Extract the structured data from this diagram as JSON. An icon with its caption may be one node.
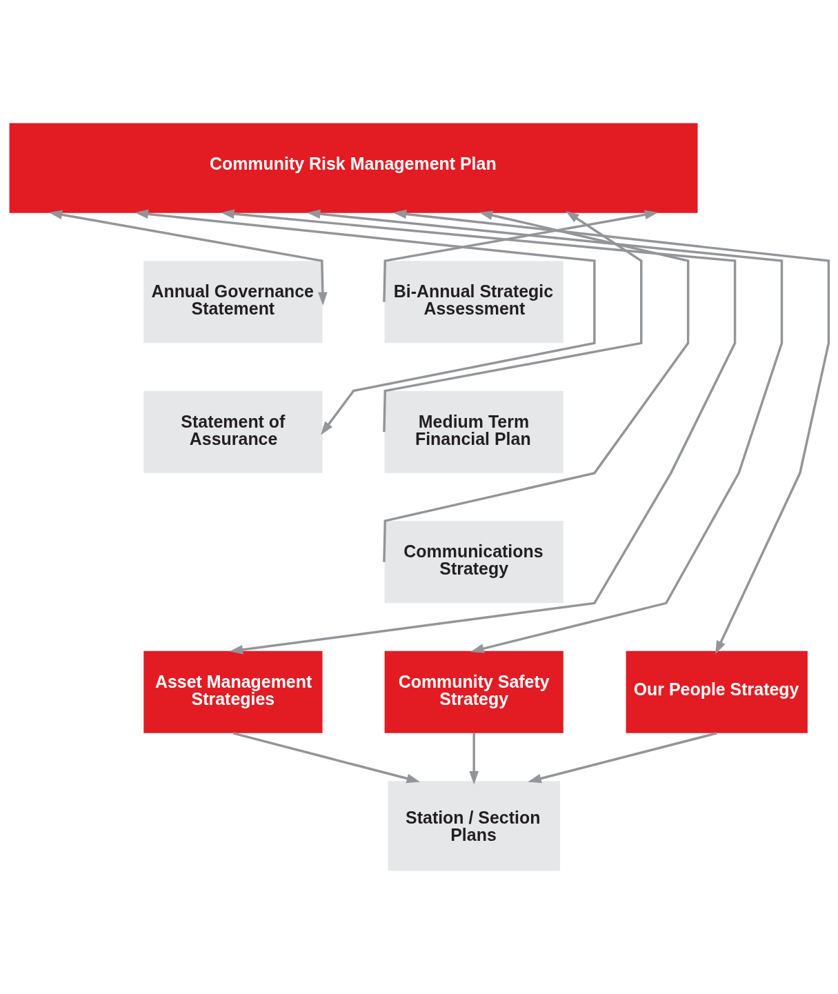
{
  "diagram": {
    "nodes": [
      {
        "text": [
          "Community Risk Management Plan"
        ]
      },
      {
        "text": [
          "Annual Governance Statement"
        ]
      },
      {
        "text": [
          "Bi-Annual Strategic Assessment"
        ]
      },
      {
        "text": [
          "Statement of Assurance"
        ]
      },
      {
        "text": [
          "Medium Term Financial Plan"
        ]
      },
      {
        "text": [
          "Communications Strategy"
        ]
      },
      {
        "text": [
          "Asset Management Strategies"
        ]
      },
      {
        "text": [
          "Community Safety Strategy"
        ]
      },
      {
        "text": [
          "Our People Strategy"
        ]
      },
      {
        "text": [
          "Station / Section Plans"
        ]
      }
    ],
    "edges": [
      {
        "from": 1,
        "to": 0,
        "arrow": "both"
      },
      {
        "from": 3,
        "to": 0,
        "arrow": "both"
      },
      {
        "from": 2,
        "to": 0,
        "arrow": "to"
      },
      {
        "from": 4,
        "to": 0,
        "arrow": "to"
      },
      {
        "from": 5,
        "to": 0,
        "arrow": "to"
      },
      {
        "from": 6,
        "to": 0,
        "arrow": "both"
      },
      {
        "from": 7,
        "to": 0,
        "arrow": "both"
      },
      {
        "from": 8,
        "to": 0,
        "arrow": "both"
      },
      {
        "from": 6,
        "to": 9,
        "arrow": "to"
      },
      {
        "from": 7,
        "to": 9,
        "arrow": "to"
      },
      {
        "from": 8,
        "to": 9,
        "arrow": "to"
      }
    ]
  }
}
